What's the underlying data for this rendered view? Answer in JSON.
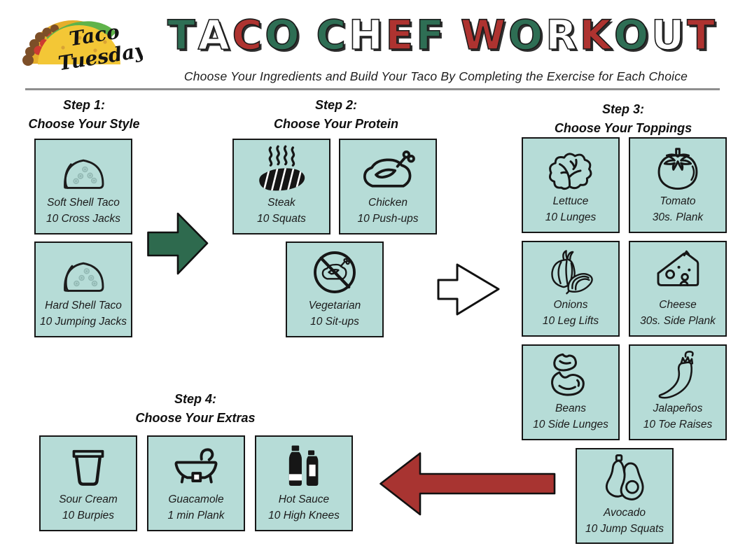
{
  "logo": {
    "line1": "Taco",
    "line2": "Tuesday"
  },
  "title": {
    "text": "TACO CHEF WORKOUT",
    "letters": [
      {
        "ch": "T",
        "c": "green"
      },
      {
        "ch": "A",
        "c": "white"
      },
      {
        "ch": "C",
        "c": "red"
      },
      {
        "ch": "O",
        "c": "green"
      },
      {
        "ch": " ",
        "c": "sp"
      },
      {
        "ch": "C",
        "c": "green"
      },
      {
        "ch": "H",
        "c": "white"
      },
      {
        "ch": "E",
        "c": "red"
      },
      {
        "ch": "F",
        "c": "green"
      },
      {
        "ch": " ",
        "c": "sp"
      },
      {
        "ch": "W",
        "c": "red"
      },
      {
        "ch": "O",
        "c": "green"
      },
      {
        "ch": "R",
        "c": "white"
      },
      {
        "ch": "K",
        "c": "red"
      },
      {
        "ch": "O",
        "c": "green"
      },
      {
        "ch": "U",
        "c": "white"
      },
      {
        "ch": "T",
        "c": "red"
      }
    ]
  },
  "subtitle": "Choose Your Ingredients and Build Your Taco By Completing the Exercise for Each Choice",
  "steps": [
    {
      "label": "Step 1:",
      "name": "Choose Your Style",
      "cards": [
        {
          "item": "Soft Shell Taco",
          "exercise": "10 Cross Jacks",
          "icon": "soft-shell-taco-icon"
        },
        {
          "item": "Hard Shell Taco",
          "exercise": "10 Jumping Jacks",
          "icon": "hard-shell-taco-icon"
        }
      ]
    },
    {
      "label": "Step 2:",
      "name": "Choose Your Protein",
      "cards": [
        {
          "item": "Steak",
          "exercise": "10 Squats",
          "icon": "steak-icon"
        },
        {
          "item": "Chicken",
          "exercise": "10 Push-ups",
          "icon": "chicken-icon"
        },
        {
          "item": "Vegetarian",
          "exercise": "10 Sit-ups",
          "icon": "no-meat-icon"
        }
      ]
    },
    {
      "label": "Step 3:",
      "name": "Choose Your Toppings",
      "cards": [
        {
          "item": "Lettuce",
          "exercise": "10 Lunges",
          "icon": "lettuce-icon"
        },
        {
          "item": "Tomato",
          "exercise": "30s. Plank",
          "icon": "tomato-icon"
        },
        {
          "item": "Onions",
          "exercise": "10 Leg Lifts",
          "icon": "onions-icon"
        },
        {
          "item": "Cheese",
          "exercise": "30s. Side Plank",
          "icon": "cheese-icon"
        },
        {
          "item": "Beans",
          "exercise": "10 Side Lunges",
          "icon": "beans-icon"
        },
        {
          "item": "Jalapeños",
          "exercise": "10 Toe Raises",
          "icon": "jalapeno-icon"
        },
        {
          "item": "Avocado",
          "exercise": "10 Jump Squats",
          "icon": "avocado-icon"
        }
      ]
    },
    {
      "label": "Step 4:",
      "name": "Choose Your Extras",
      "cards": [
        {
          "item": "Sour Cream",
          "exercise": "10 Burpies",
          "icon": "sour-cream-icon"
        },
        {
          "item": "Guacamole",
          "exercise": "1 min Plank",
          "icon": "guacamole-icon"
        },
        {
          "item": "Hot Sauce",
          "exercise": "10 High Knees",
          "icon": "hot-sauce-icon"
        }
      ]
    }
  ],
  "arrows": [
    {
      "name": "style-to-protein",
      "direction": "right",
      "color": "#2e6a4e"
    },
    {
      "name": "protein-to-toppings",
      "direction": "right",
      "color": "#ffffff"
    },
    {
      "name": "toppings-to-extras",
      "direction": "left",
      "color": "#a83431"
    }
  ],
  "colors": {
    "card_bg": "#b6dcd7",
    "card_border": "#161616",
    "title_green": "#2e6e54",
    "title_red": "#ae3330",
    "arrow_green": "#2e6a4e",
    "arrow_red": "#a83431",
    "divider_gray": "#8e8e8e",
    "logo_shell_yellow": "#f3c736"
  }
}
